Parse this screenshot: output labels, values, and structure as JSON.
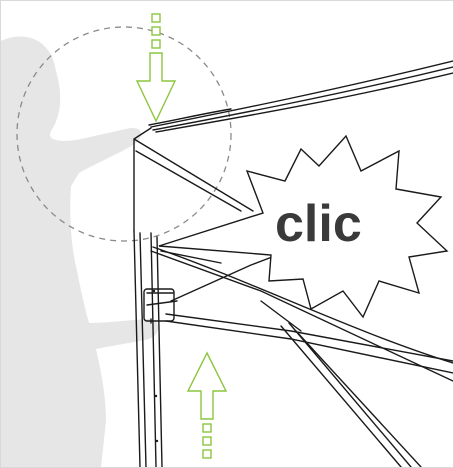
{
  "callout": {
    "word": "clic"
  },
  "colors": {
    "person_silhouette": "#e6e6e6",
    "frame_line": "#1a1a1a",
    "arrow_stroke": "#8cc63f",
    "zoom_circle": "#8a8a8a",
    "burst_fill": "#ffffff",
    "clic_text": "#3a3a3a"
  },
  "icons": {
    "top_arrow": "down-arrow-icon",
    "bottom_arrow": "up-arrow-icon",
    "zoom": "zoom-circle",
    "burst": "starburst-callout"
  }
}
